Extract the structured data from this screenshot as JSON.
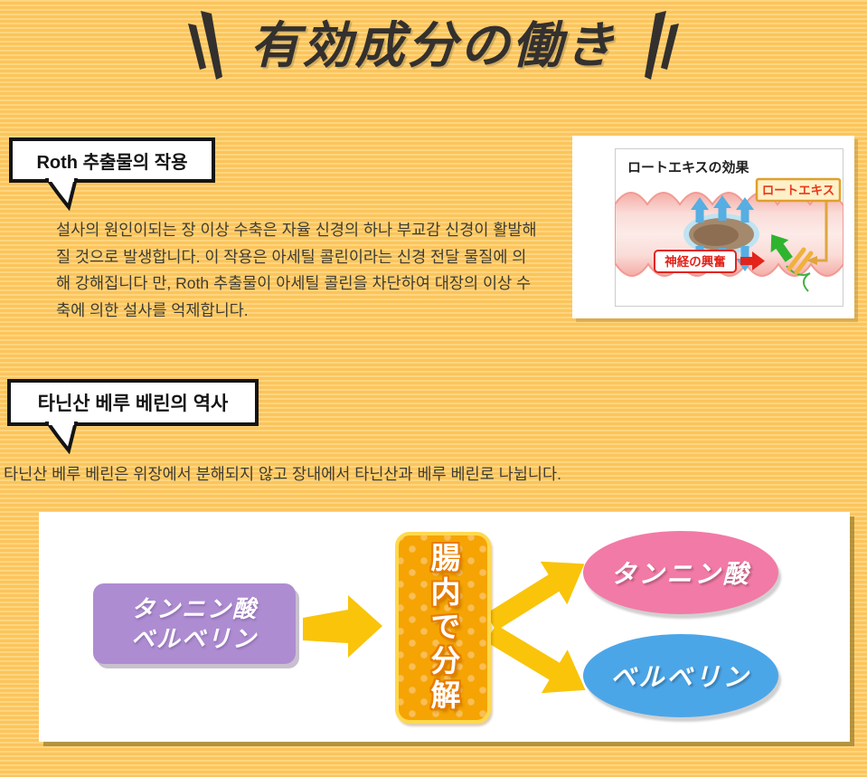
{
  "header": {
    "title": "有効成分の働き"
  },
  "section_roth": {
    "heading": "Roth 추출물의 작용",
    "lines": [
      "설사의 원인이되는 장 이상 수축은 자율 신경의 하나 부교감 신경이 활발해",
      "질 것으로 발생합니다. 이 작용은 아세틸 콜린이라는 신경 전달 물질에 의",
      "해 강해집니다 만, Roth 추출물이 아세틸 콜린을 차단하여 대장의 이상 수",
      "축에 의한 설사를 억제합니다."
    ]
  },
  "intestine_diagram": {
    "title": "ロートエキスの効果",
    "extract_label": "ロートエキス",
    "nerve_label": "神経の興奮"
  },
  "section_tannin": {
    "heading": "타닌산 베루 베린의 역사",
    "body": "타닌산 베루 베린은 위장에서 분해되지 않고 장내에서 타닌산과 베루 베린로 나뉩니다."
  },
  "breakdown_diagram": {
    "source_line1": "タンニン酸",
    "source_line2": "ベルベリン",
    "process": "腸内で分解",
    "result_top": "タンニン酸",
    "result_bottom": "ベルベリン"
  },
  "colors": {
    "stripe_light": "#FDD680",
    "stripe_dark": "#FCC45C",
    "title_ink": "#33302E",
    "gold_arrow": "#F9C40A",
    "purple_box": "#AE8CD1",
    "orange_box": "#F5A404",
    "orange_box_border": "#FFD94E",
    "pink_ellipse": "#F27AA6",
    "blue_ellipse": "#4BA6E8",
    "red_accent": "#E2241B",
    "green_nerve": "#2FB42F"
  }
}
